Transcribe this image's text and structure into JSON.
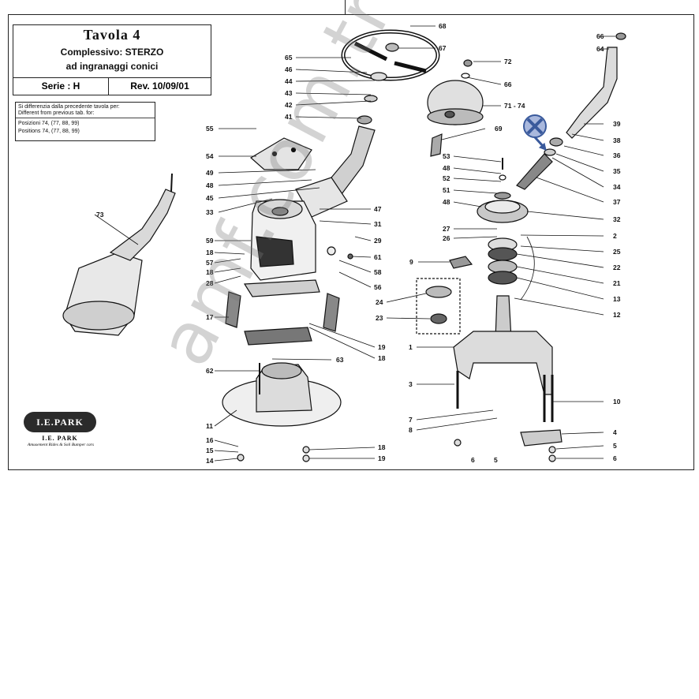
{
  "title_block": {
    "table": "Tavola 4",
    "assembly": "Complessivo: STERZO",
    "description": "ad ingranaggi conici",
    "series": "Serie : H",
    "revision": "Rev. 10/09/01"
  },
  "note": {
    "line1": "Si differenzia dalla precedente tavola per:",
    "line2": "Different from previous tab. for:",
    "line3": "Posizioni 74, (77, 88, 99)",
    "line4": "Positions 74, (77, 88, 99)"
  },
  "logo": {
    "badge": "I.E.PARK",
    "name": "I.E. PARK",
    "tagline": "Amusement Rides & Soli Bumper cars"
  },
  "watermark": "amf.com.tr",
  "part_labels": [
    "68",
    "67",
    "65",
    "46",
    "44",
    "43",
    "42",
    "41",
    "55",
    "54",
    "49",
    "48",
    "45",
    "33",
    "47",
    "31",
    "29",
    "61",
    "58",
    "56",
    "59",
    "18",
    "57",
    "18",
    "28",
    "17",
    "19",
    "18",
    "63",
    "62",
    "73",
    "11",
    "16",
    "15",
    "14",
    "18",
    "19",
    "72",
    "66",
    "71 - 74",
    "69",
    "53",
    "48",
    "52",
    "51",
    "48",
    "27",
    "26",
    "9",
    "24",
    "23",
    "1",
    "3",
    "7",
    "8",
    "6",
    "5",
    "66",
    "64",
    "39",
    "38",
    "36",
    "35",
    "34",
    "37",
    "32",
    "2",
    "25",
    "22",
    "21",
    "13",
    "12",
    "10",
    "4",
    "5",
    "6"
  ],
  "colors": {
    "line": "#111111",
    "marker": "#3a5a9c",
    "marker_bg": "#a9b8dd"
  }
}
